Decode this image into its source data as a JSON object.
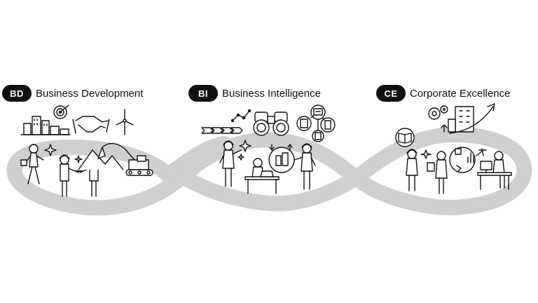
{
  "sections": [
    {
      "code": "BD",
      "title": "Business Development"
    },
    {
      "code": "BI",
      "title": "Business Intelligence"
    },
    {
      "code": "CE",
      "title": "Corporate Excellence"
    }
  ],
  "colors": {
    "loop": "#cfcfcf",
    "ink": "#111111",
    "badge_bg": "#111111",
    "badge_text": "#ffffff"
  }
}
